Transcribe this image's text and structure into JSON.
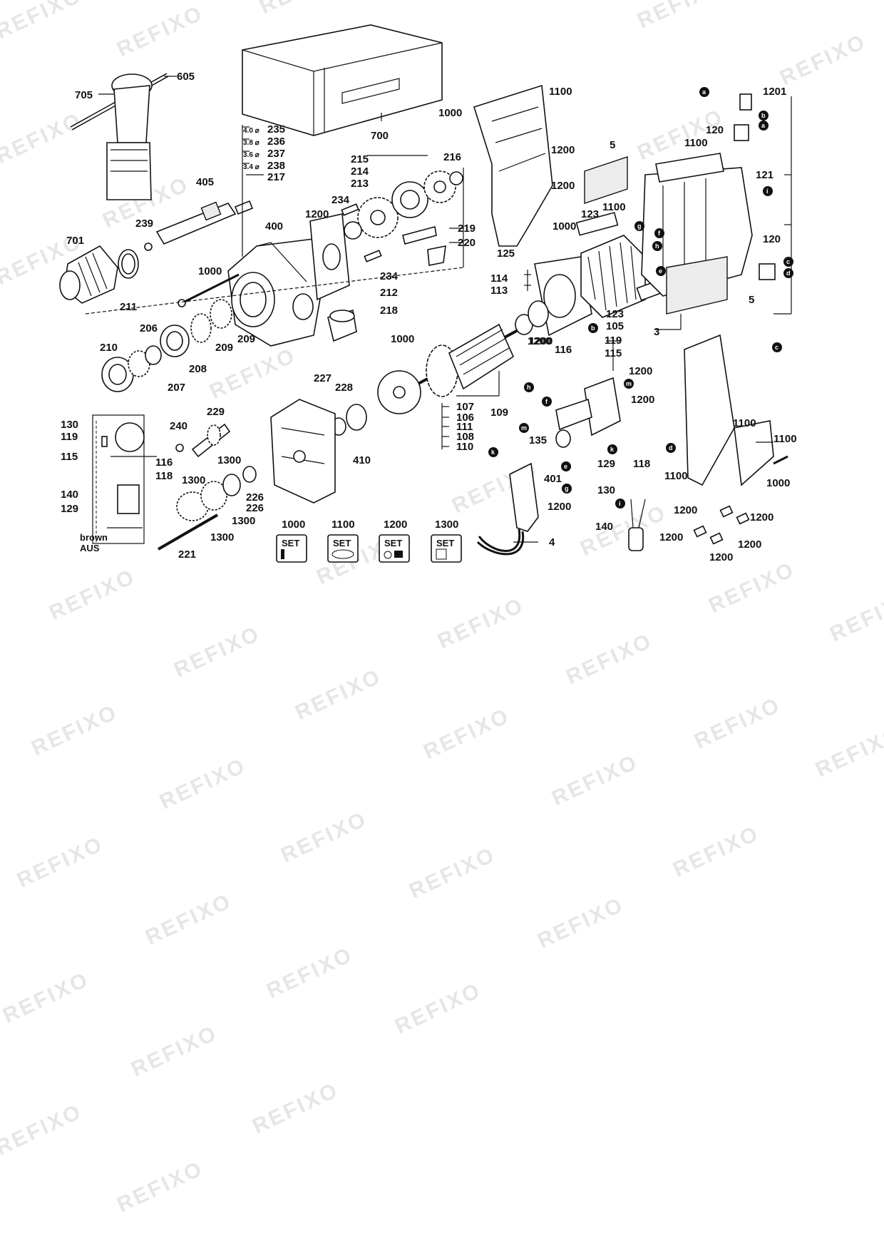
{
  "watermark": "REFIXO",
  "labels": {
    "l705": "705",
    "l605": "605",
    "l700": "700",
    "l1000a": "1000",
    "l1100a": "1100",
    "l1201": "1201",
    "l120a": "120",
    "l1200a": "1200",
    "l5a": "5",
    "l1100b": "1100",
    "l121": "121",
    "l1200b": "1200",
    "l1100c": "1100",
    "l123a": "123",
    "l1000b": "1000",
    "l125": "125",
    "l120b": "120",
    "l114": "114",
    "l113": "113",
    "l123b": "123",
    "l105": "105",
    "l5b": "5",
    "l3": "3",
    "l1200c": "1200",
    "l119": "119",
    "l116a": "116",
    "l115": "115",
    "l1200d": "1200",
    "l1200e": "1200",
    "l1100d": "1100",
    "l1100e": "1100",
    "l1100f": "1100",
    "l1000c": "1000",
    "l118a": "118",
    "l129a": "129",
    "l130a": "130",
    "l135": "135",
    "l401": "401",
    "l1200f": "1200",
    "l4": "4",
    "l140a": "140",
    "l1200g": "1200",
    "l1200h": "1200",
    "l1200i": "1200",
    "l1200j": "1200",
    "l1200k": "1200",
    "l235": "235",
    "l236": "236",
    "l237": "237",
    "l238": "238",
    "l217": "217",
    "d235": "4.0 ⌀",
    "d236": "3.8 ⌀",
    "d237": "3.6 ⌀",
    "d238": "3.4 ⌀",
    "l405": "405",
    "l239": "239",
    "l701": "701",
    "l211": "211",
    "l400": "400",
    "l1200l": "1200",
    "l234a": "234",
    "l213": "213",
    "l214": "214",
    "l215": "215",
    "l216": "216",
    "l219": "219",
    "l220": "220",
    "l234b": "234",
    "l212": "212",
    "l218": "218",
    "l1000d": "1000",
    "l206": "206",
    "l210": "210",
    "l209a": "209",
    "l209b": "209",
    "l208": "208",
    "l207": "207",
    "l1000e": "1000",
    "l107": "107",
    "l106": "106",
    "l111": "111",
    "l108": "108",
    "l110": "110",
    "l109": "109",
    "l1200m": "1200",
    "l227": "227",
    "l228": "228",
    "l410": "410",
    "l130b": "130",
    "l119b": "119",
    "l115b": "115",
    "l116b": "116",
    "l118b": "118",
    "l140b": "140",
    "l129b": "129",
    "l240": "240",
    "l229": "229",
    "l1300a": "1300",
    "l1300b": "1300",
    "l226a": "226",
    "l226b": "226",
    "l1300c": "1300",
    "l1300d": "1300",
    "l221": "221",
    "brown": "brown",
    "aus": "AUS"
  },
  "markers": {
    "a1": "a",
    "b1": "b",
    "a2": "a",
    "i1": "i",
    "g1": "g",
    "f1": "f",
    "h1": "h",
    "e1": "e",
    "c1": "c",
    "d1": "d",
    "b2": "b",
    "c2": "c",
    "h2": "h",
    "f2": "f",
    "m1": "m",
    "m2": "m",
    "k1": "k",
    "k2": "k",
    "e2": "e",
    "g2": "g",
    "d2": "d",
    "i2": "i"
  },
  "set_legend": [
    {
      "number": "1000",
      "word": "SET"
    },
    {
      "number": "1100",
      "word": "SET"
    },
    {
      "number": "1200",
      "word": "SET"
    },
    {
      "number": "1300",
      "word": "SET"
    }
  ]
}
